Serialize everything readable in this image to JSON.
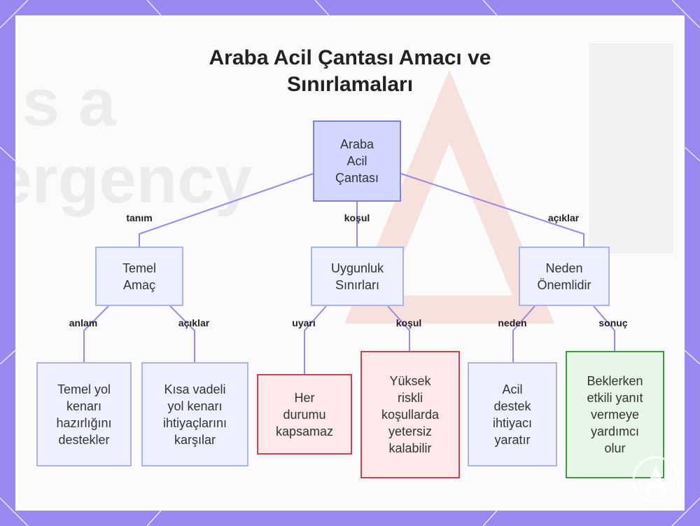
{
  "title_lines": [
    "Araba Acil Çantası Amacı ve",
    "Sınırlamaları"
  ],
  "background_watermark_lines": [
    "s a",
    "ergency"
  ],
  "nodes": {
    "root": [
      "Araba",
      "Acil",
      "Çantası"
    ],
    "purpose": [
      "Temel",
      "Amaç"
    ],
    "limits": [
      "Uygunluk",
      "Sınırları"
    ],
    "importance": [
      "Neden",
      "Önemlidir"
    ],
    "purpose_a": [
      "Temel yol",
      "kenarı",
      "hazırlığını",
      "destekler"
    ],
    "purpose_b": [
      "Kısa vadeli",
      "yol kenarı",
      "ihtiyaçlarını",
      "karşılar"
    ],
    "limits_a": [
      "Her",
      "durumu",
      "kapsamaz"
    ],
    "limits_b": [
      "Yüksek",
      "riskli",
      "koşullarda",
      "yetersiz",
      "kalabilir"
    ],
    "importance_a": [
      "Acil",
      "destek",
      "ihtiyacı",
      "yaratır"
    ],
    "importance_b": [
      "Beklerken",
      "etkili yanıt",
      "vermeye",
      "yardımcı",
      "olur"
    ]
  },
  "edge_labels": {
    "root_purpose": "tanım",
    "root_limits": "koşul",
    "root_importance": "açıklar",
    "purpose_a": "anlam",
    "purpose_b": "açıklar",
    "limits_a": "uyarı",
    "limits_b": "koşul",
    "importance_a": "neden",
    "importance_b": "sonuç"
  },
  "colors": {
    "frame": "#9b87f0",
    "edge": "#9b87e6",
    "root_fill": "#d3d6ff",
    "warning_border": "#c8454f",
    "positive_border": "#3d9a43"
  }
}
